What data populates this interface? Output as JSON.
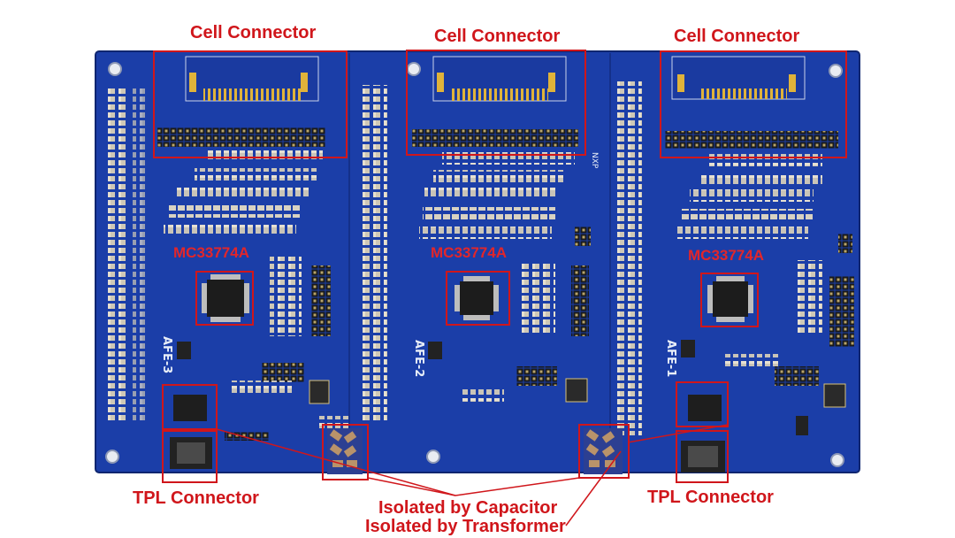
{
  "annotations": {
    "cell_connector": "Cell Connector",
    "chip": "MC33774A",
    "tpl_connector": "TPL Connector",
    "isolated_capacitor": "Isolated by Capacitor",
    "isolated_transformer": "Isolated by Transformer"
  },
  "board_labels": {
    "afe1": "AFE-1",
    "afe2": "AFE-2",
    "afe3": "AFE-3"
  },
  "colors": {
    "pcb": "#1b3ea8",
    "pcb_dark": "#14308a",
    "annotation_red": "#d0161b",
    "header_black": "#111111"
  }
}
